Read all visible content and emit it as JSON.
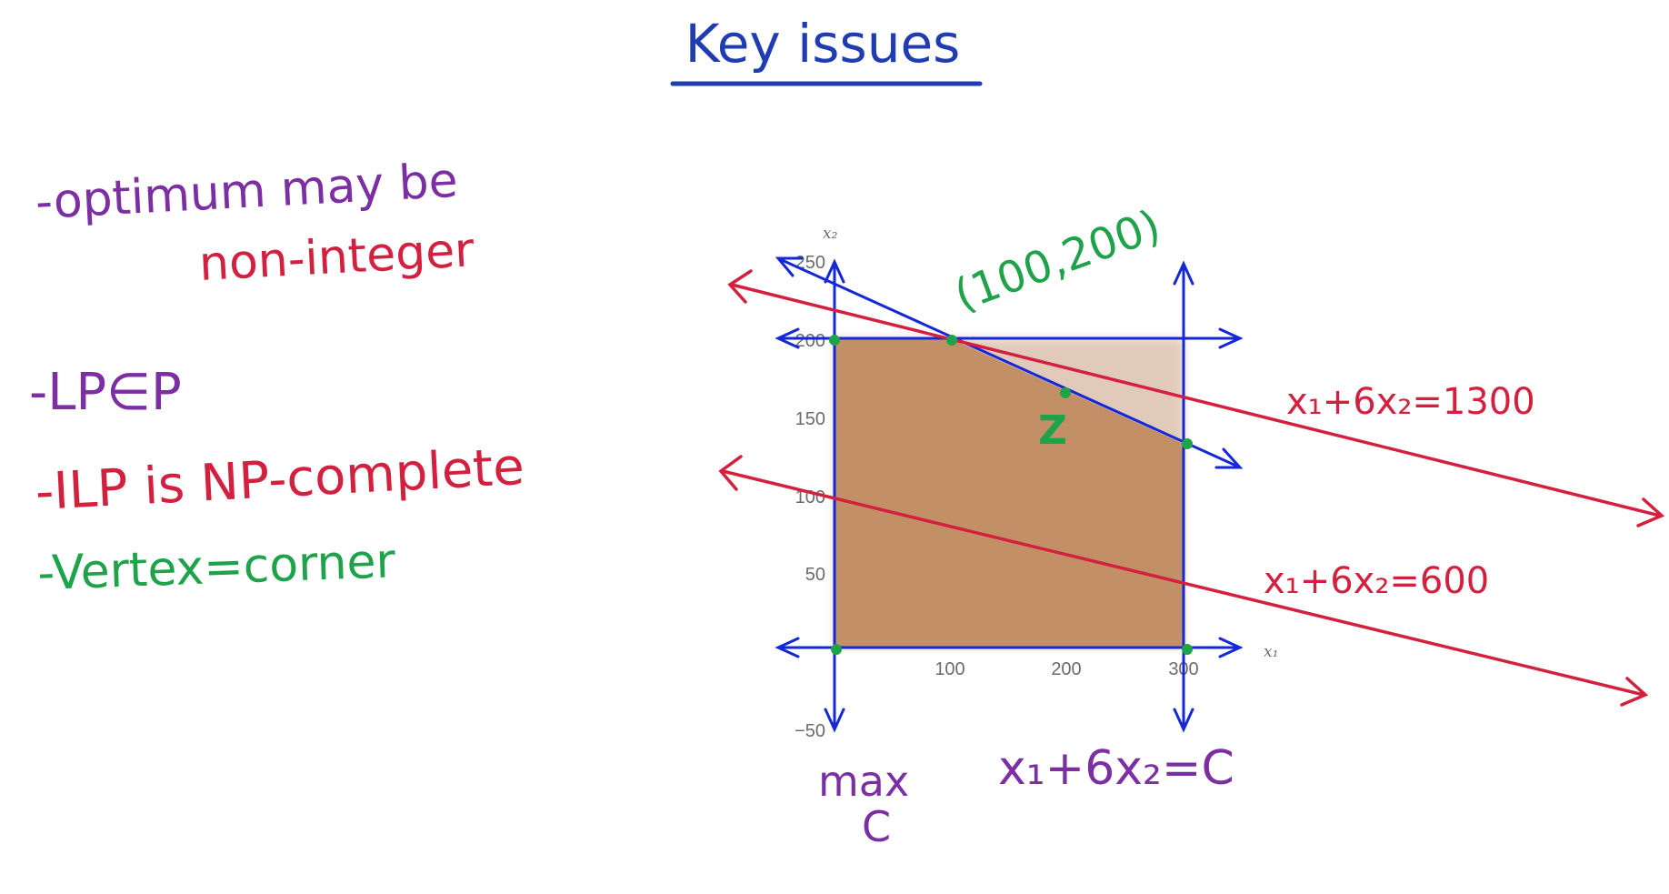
{
  "title": "Key issues",
  "notes": {
    "optimum_line1": "-optimum may be",
    "optimum_line2": "non-integer",
    "lp_in_p": "-LP∈P",
    "ilp": "-ILP is NP-complete",
    "vertex": "-Vertex=corner"
  },
  "annotations": {
    "corner_label": "(100,200)",
    "z_label": "Z",
    "line_1300": "x₁+6x₂=1300",
    "line_600": "x₁+6x₂=600",
    "objective": "x₁+6x₂=C",
    "max_line1": "max",
    "max_line2": "C"
  },
  "axes": {
    "x_label": "x₁",
    "y_label": "x₂",
    "x_ticks": [
      "100",
      "200",
      "300"
    ],
    "y_ticks": [
      "250",
      "200",
      "150",
      "100",
      "50",
      "−50"
    ]
  },
  "colors": {
    "title": "#1f3cb3",
    "purple": "#7b2fa3",
    "red": "#d4203f",
    "green": "#1fa34a",
    "blue": "#1428d8",
    "region": "#c08a5f"
  }
}
